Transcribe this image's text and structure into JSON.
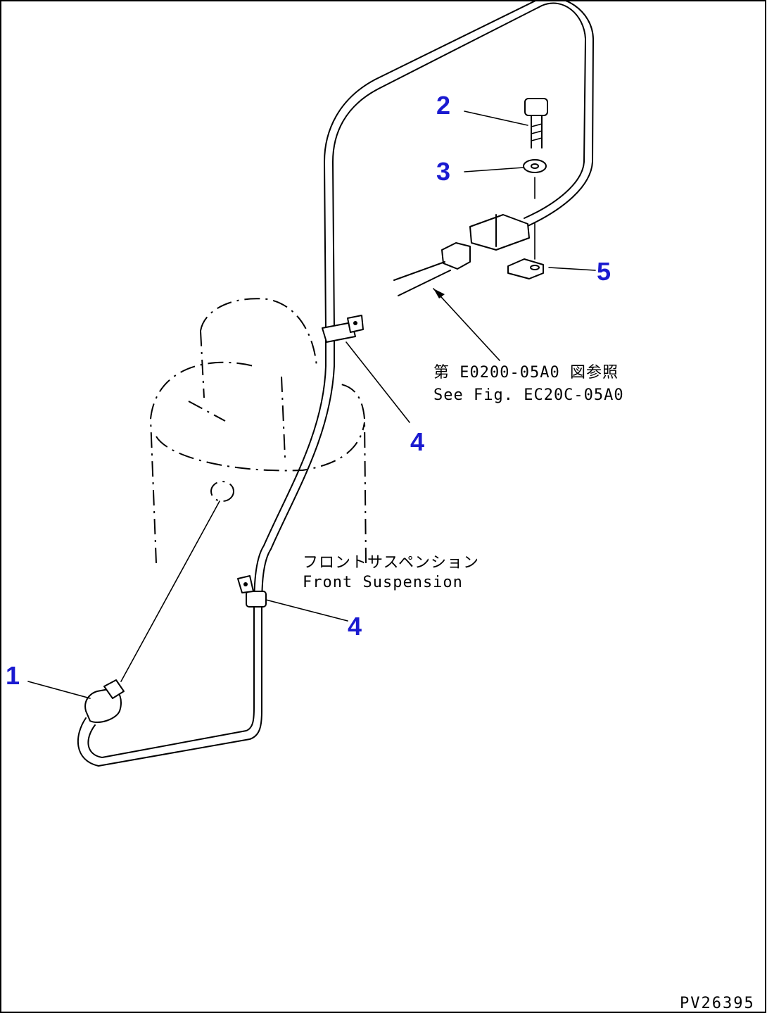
{
  "callouts": {
    "part_1": "1",
    "part_2": "2",
    "part_3": "3",
    "part_4_upper": "4",
    "part_4_lower": "4",
    "part_5": "5"
  },
  "notes": {
    "reference_ja": "第 E0200-05A0 図参照",
    "reference_en": "See Fig. EC20C-05A0",
    "suspension_ja": "フロントサスペンション",
    "suspension_en": "Front Suspension"
  },
  "drawing_code": "PV26395",
  "colors": {
    "callout": "#1a1ad0",
    "line": "#000000",
    "background": "#ffffff"
  }
}
